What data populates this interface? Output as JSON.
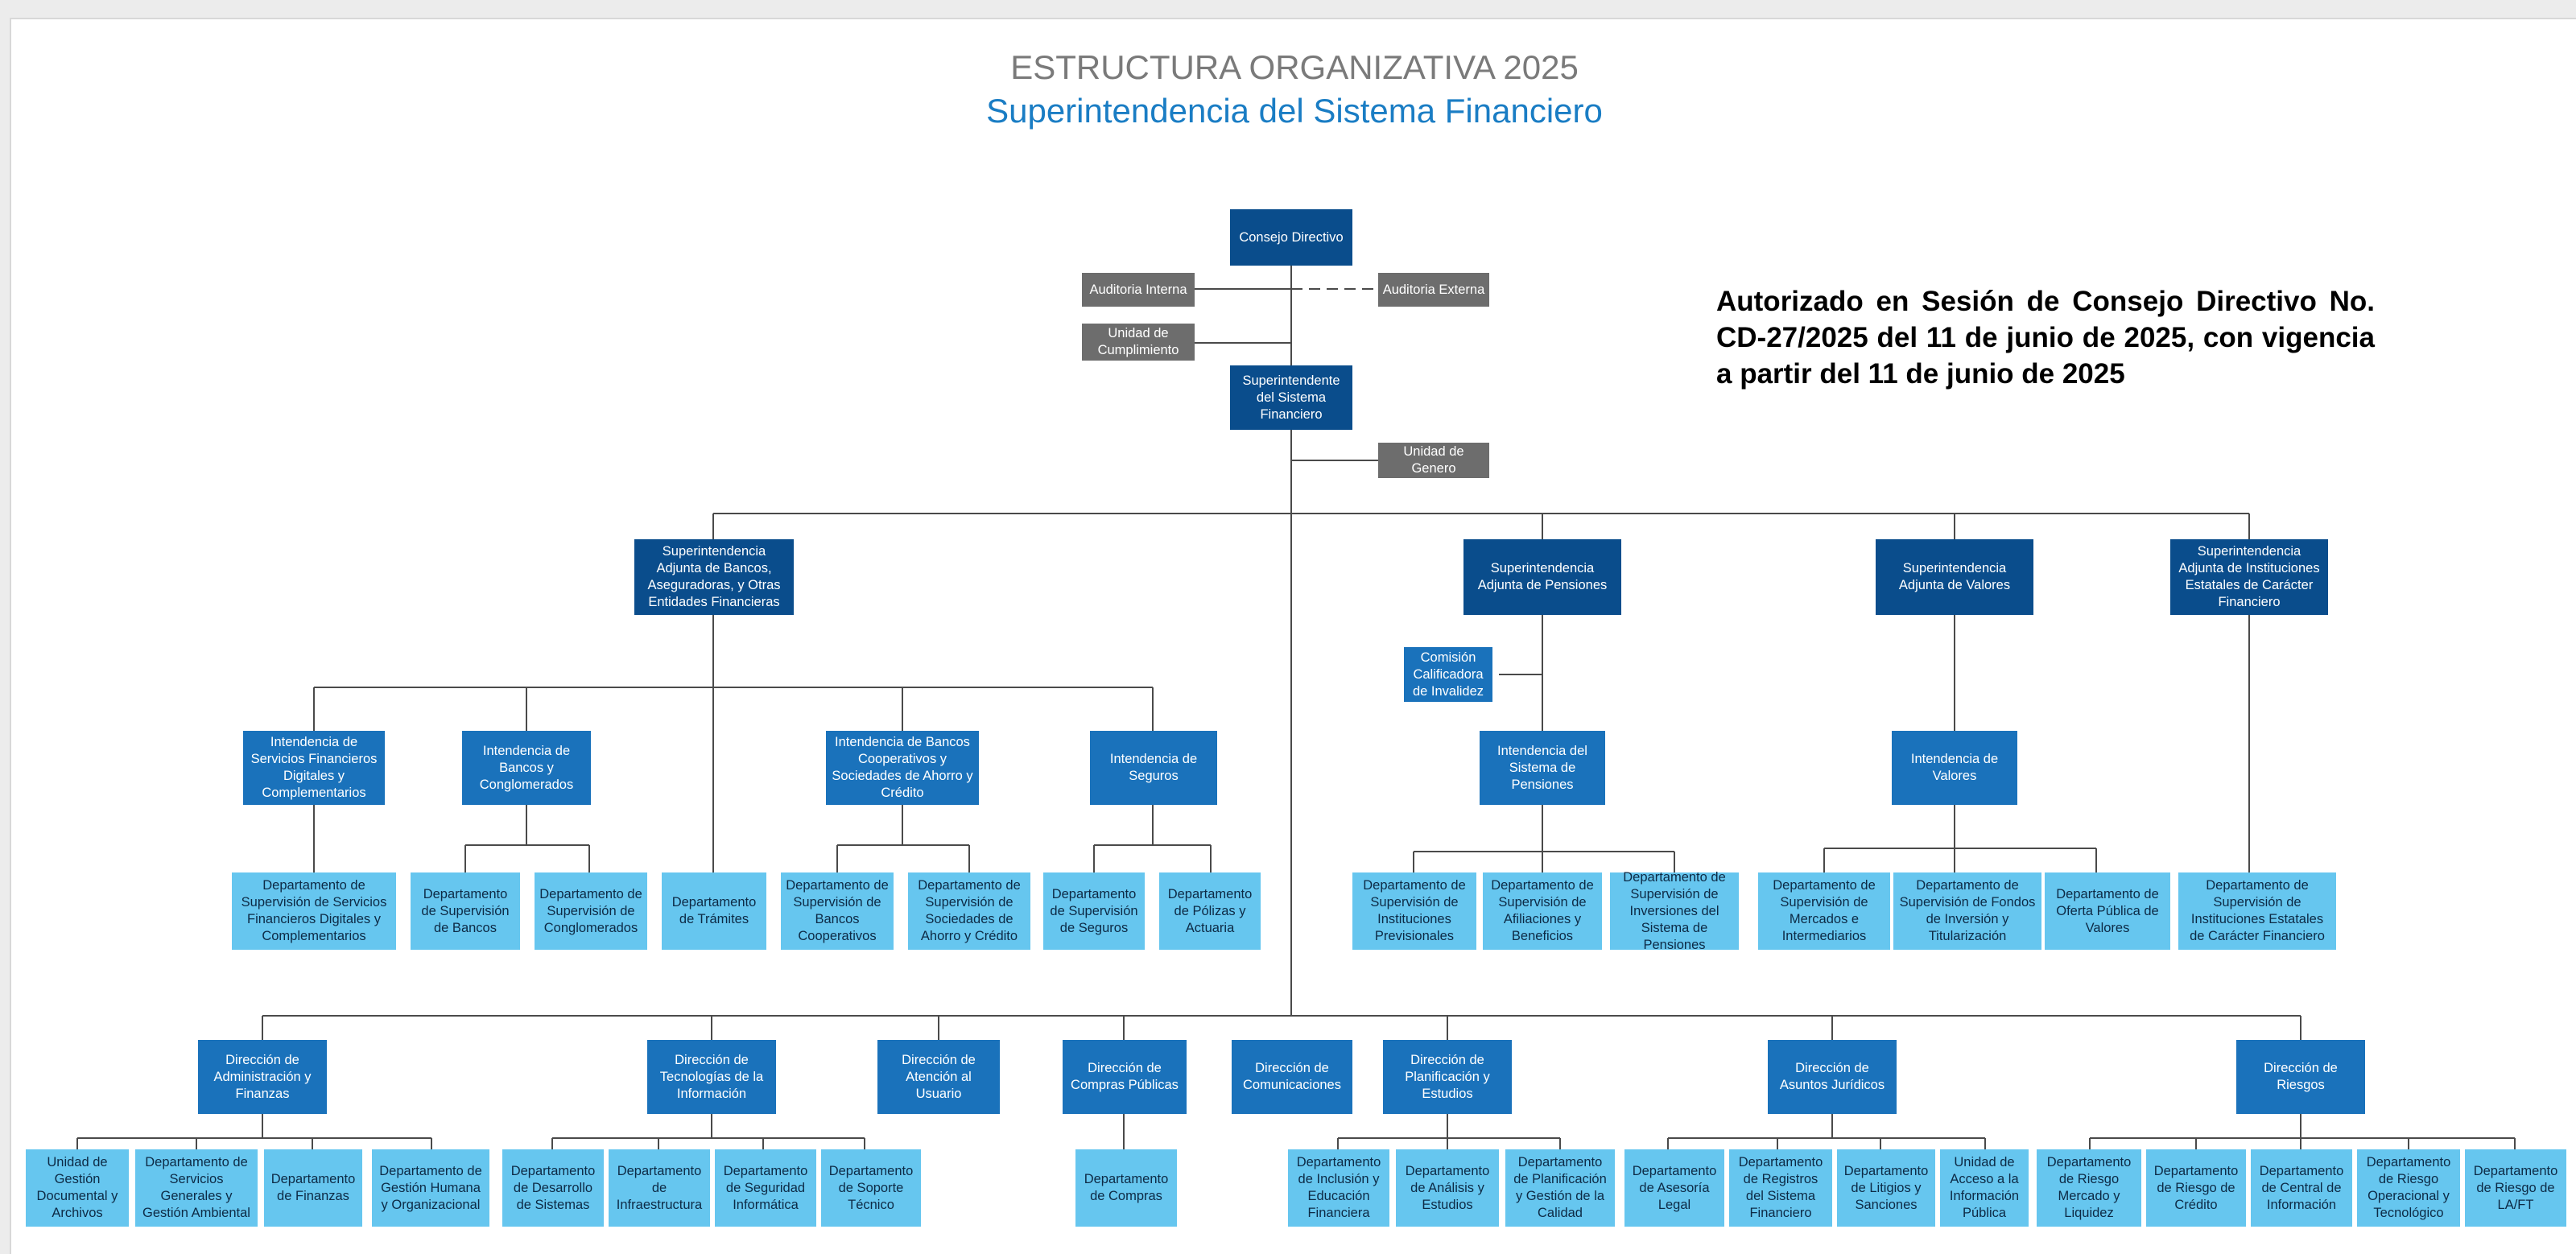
{
  "header": {
    "title": "ESTRUCTURA ORGANIZATIVA 2025",
    "subtitle": "Superintendencia del Sistema Financiero"
  },
  "authorization": "Autorizado en Sesión de Consejo Directivo No. CD-27/2025 del 11 de junio de 2025, con vigencia a partir del 11 de junio de 2025",
  "colors": {
    "dark_blue": "#0a4d8c",
    "medium_blue": "#1a72bb",
    "light_blue": "#66c6ef",
    "gray": "#6d6d6d"
  },
  "org": {
    "consejo": "Consejo Directivo",
    "auditoria_interna": "Auditoria Interna",
    "auditoria_externa": "Auditoria Externa",
    "unidad_cumplimiento": "Unidad de Cumplimiento",
    "superintendente": "Superintendente del Sistema Financiero",
    "unidad_genero": "Unidad de Genero",
    "sa_bancos": "Superintendencia Adjunta de Bancos, Aseguradoras, y Otras Entidades Financieras",
    "sa_pensiones": "Superintendencia Adjunta de Pensiones",
    "sa_valores": "Superintendencia Adjunta de Valores",
    "sa_estatales": "Superintendencia Adjunta de Instituciones Estatales de Carácter Financiero",
    "comision_invalidez": "Comisión Calificadora de Invalidez",
    "int_servicios_digitales": "Intendencia de Servicios Financieros Digitales y Complementarios",
    "int_bancos_conglomerados": "Intendencia de Bancos y Conglomerados",
    "int_cooperativos": "Intendencia de Bancos Cooperativos y Sociedades de Ahorro y Crédito",
    "int_seguros": "Intendencia de Seguros",
    "int_pensiones": "Intendencia del Sistema de Pensiones",
    "int_valores": "Intendencia de Valores",
    "dep_sup_servicios_digitales": "Departamento de Supervisión de Servicios Financieros Digitales y Complementarios",
    "dep_sup_bancos": "Departamento de Supervisión de Bancos",
    "dep_sup_conglomerados": "Departamento de Supervisión de Conglomerados",
    "dep_tramites": "Departamento de Trámites",
    "dep_sup_bancos_coop": "Departamento de Supervisión de Bancos Cooperativos",
    "dep_sup_sociedades_ahorro": "Departamento de Supervisión de Sociedades de Ahorro y Crédito",
    "dep_sup_seguros": "Departamento de Supervisión de Seguros",
    "dep_polizas_actuaria": "Departamento de Pólizas y Actuaria",
    "dep_sup_inst_previsionales": "Departamento de Supervisión de Instituciones Previsionales",
    "dep_sup_afiliaciones": "Departamento de Supervisión de Afiliaciones y Beneficios",
    "dep_sup_inversiones_pensiones": "Departamento de Supervisión de Inversiones del Sistema de Pensiones",
    "dep_sup_mercados": "Departamento de Supervisión de Mercados e Intermediarios",
    "dep_sup_fondos": "Departamento de Supervisión de Fondos de Inversión y Titularización",
    "dep_oferta_publica": "Departamento de Oferta Pública de Valores",
    "dep_sup_inst_estatales": "Departamento de Supervisión de Instituciones Estatales de Carácter Financiero",
    "dir_administracion": "Dirección de Administración y Finanzas",
    "dir_tecnologias": "Dirección de Tecnologías de la Información",
    "dir_atencion": "Dirección de Atención al Usuario",
    "dir_compras": "Dirección de Compras Públicas",
    "dir_comunicaciones": "Dirección de Comunicaciones",
    "dir_planificacion": "Dirección de Planificación y Estudios",
    "dir_juridicos": "Dirección de Asuntos Jurídicos",
    "dir_riesgos": "Dirección de Riesgos",
    "u_gestion_documental": "Unidad de Gestión Documental y Archivos",
    "d_servicios_generales": "Departamento de Servicios Generales y Gestión Ambiental",
    "d_finanzas": "Departamento de Finanzas",
    "d_gestion_humana": "Departamento de Gestión Humana y Organizacional",
    "d_desarrollo": "Departamento de Desarrollo de Sistemas",
    "d_infraestructura": "Departamento de Infraestructura",
    "d_seguridad": "Departamento de Seguridad Informática",
    "d_soporte": "Departamento de Soporte Técnico",
    "d_compras": "Departamento de Compras",
    "d_inclusion": "Departamento de Inclusión y Educación Financiera",
    "d_analisis": "Departamento de Análisis y Estudios",
    "d_planificacion_calidad": "Departamento de Planificación y Gestión de la Calidad",
    "d_asesoria_legal": "Departamento de Asesoría Legal",
    "d_registros": "Departamento de Registros del Sistema Financiero",
    "d_litigios": "Departamento de Litigios y Sanciones",
    "u_acceso_info": "Unidad de Acceso a la Información Pública",
    "d_riesgo_mercado": "Departamento de Riesgo Mercado y Liquidez",
    "d_riesgo_credito": "Departamento de Riesgo de Crédito",
    "d_central_info": "Departamento de Central de Información",
    "d_riesgo_operacional": "Departamento de Riesgo Operacional y Tecnológico",
    "d_riesgo_laft": "Departamento de Riesgo de LA/FT"
  }
}
